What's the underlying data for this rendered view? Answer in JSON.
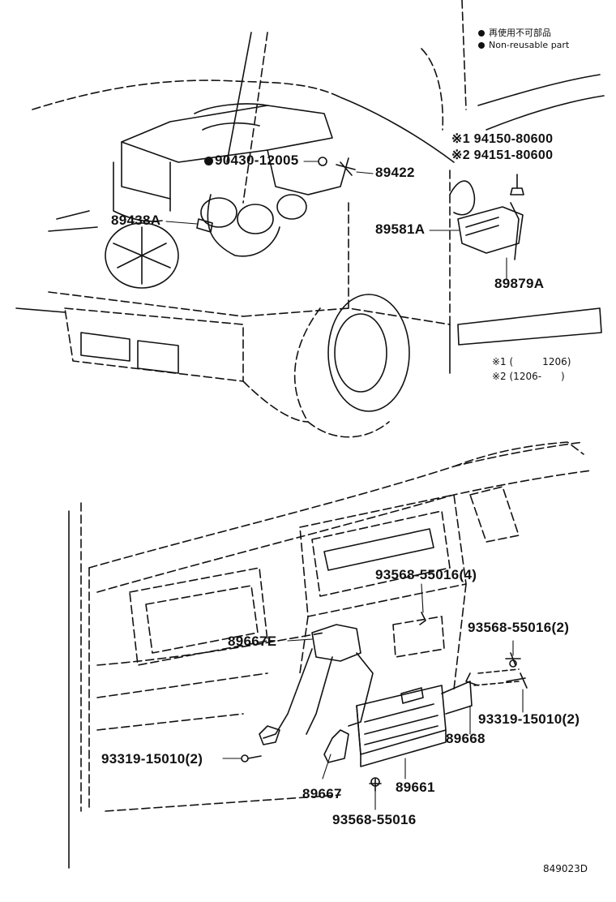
{
  "legend": {
    "line_jp": "再使用不可部品",
    "line_en": "Non-reusable part"
  },
  "labels": {
    "p90430": "90430-12005",
    "p89422": "89422",
    "p89438A": "89438A",
    "p89581A": "89581A",
    "p89879A": "89879A",
    "p94150": "※1 94150-80600",
    "p94151": "※2 94151-80600",
    "note1": "※1 (　　　1206)",
    "note2": "※2 (1206-　　)",
    "p93568_4": "93568-55016(4)",
    "p93568_2": "93568-55016(2)",
    "p89667E": "89667E",
    "p93319_2r": "93319-15010(2)",
    "p89668": "89668",
    "p93319_2l": "93319-15010(2)",
    "p89667": "89667",
    "p89661": "89661",
    "p93568": "93568-55016",
    "ref": "849023D"
  }
}
